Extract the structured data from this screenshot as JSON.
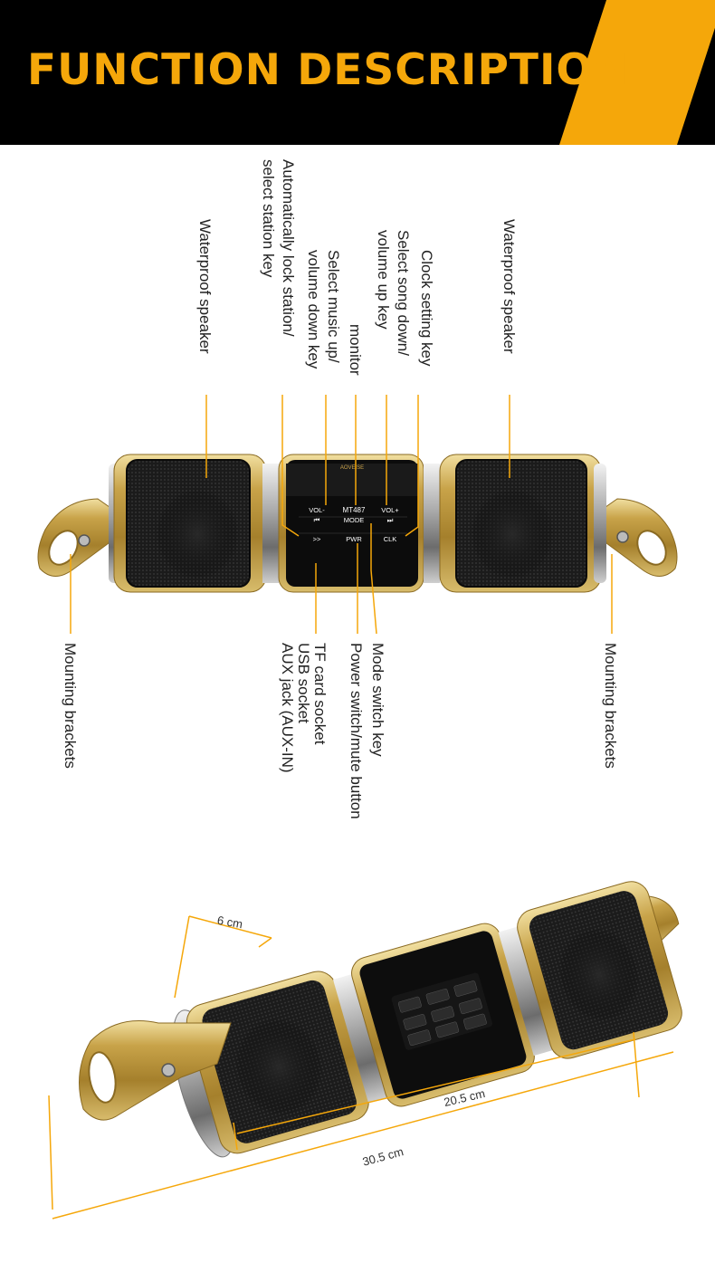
{
  "header": {
    "title": "FUNCTION DESCRIPTION",
    "accent_color": "#f5a70a",
    "background_color": "#000000"
  },
  "device": {
    "brand_label": "AOVEISE",
    "model": "MT487",
    "buttons": {
      "vol_minus": "VOL-",
      "vol_plus": "VOL+",
      "mode": "MODE",
      "next": ">>",
      "power": "PWR",
      "clock": "CLK",
      "prev_icon": "⏮",
      "next_icon": "⏭"
    }
  },
  "callouts": {
    "top_left_speaker": "Waterproof speaker",
    "station_key": "Automatically lock station/\nselect station key",
    "music_up": "Select music up/\nvolume down key",
    "monitor": "monitor",
    "song_down": "Select song down/\nvolume up key",
    "clock_key": "Clock setting key",
    "top_right_speaker": "Waterproof speaker",
    "left_bracket": "Mounting brackets",
    "tf_card": "TF card socket\nUSB socket\nAUX jack (AUX-IN)",
    "power_switch": "Power switch/mute button",
    "mode_switch": "Mode switch key",
    "right_bracket": "Mounting brackets"
  },
  "dimensions": {
    "diameter": "6 cm",
    "body_length": "20.5 cm",
    "total_length": "30.5 cm"
  }
}
